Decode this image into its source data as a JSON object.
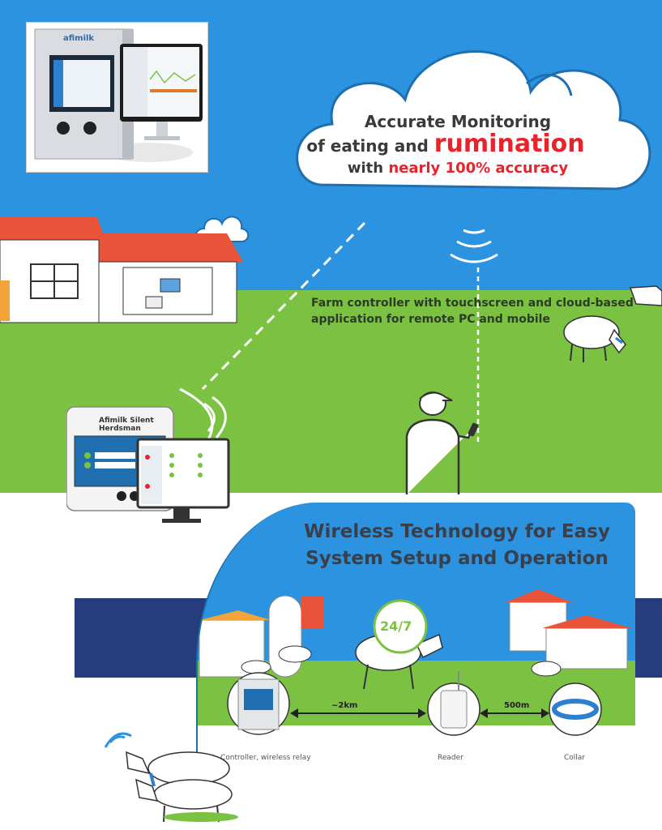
{
  "cloud": {
    "line1": "Accurate Monitoring",
    "line2_prefix": "of eating and",
    "line2_emphasis": "rumination",
    "line3_prefix": "with",
    "line3_emphasis": "nearly 100% accuracy"
  },
  "brand": {
    "logo": "afimilk",
    "controller_label": "Afimilk Silent Herdsman"
  },
  "farm_caption": {
    "line1": "Farm controller with touchscreen and cloud-based",
    "line2": "application for remote PC and mobile"
  },
  "wireless_panel": {
    "title_line1": "Wireless Technology for Easy",
    "title_line2": "System Setup and Operation",
    "badge": "24/7",
    "distance_controller_reader": "~2km",
    "distance_reader_collar": "500m",
    "labels": {
      "controller": "Controller, wireless relay",
      "reader": "Reader",
      "collar": "Collar"
    }
  },
  "colors": {
    "sky": "#2b93df",
    "grass": "#7cc242",
    "navy": "#253d7c",
    "accent_red": "#e8232b",
    "roof": "#e8533a"
  }
}
